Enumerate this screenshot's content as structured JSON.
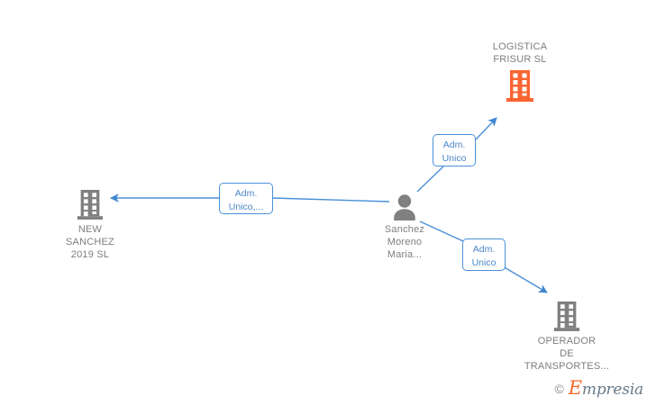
{
  "graph": {
    "title": "Empresia relationship graph",
    "background_color": "#ffffff",
    "edge_color": "#4a90d9",
    "company_icon_color": "#808080",
    "highlight_company_icon_color": "#f96432",
    "person_icon_color": "#808080",
    "label_text_color": "#7e7e7e",
    "edge_label_text_color": "#4a86c8"
  },
  "nodes": [
    {
      "id": "logistica-frisur",
      "name": "node-logistica-frisur-sl",
      "label": "LOGISTICA\nFRISUR  SL",
      "icon": "building-icon",
      "icon_color": "#f96432",
      "label_position": "above"
    },
    {
      "id": "new-sanchez",
      "name": "node-new-sanchez-2019-sl",
      "label": "NEW\nSANCHEZ\n2019  SL",
      "icon": "building-icon",
      "icon_color": "#808080",
      "label_position": "below"
    },
    {
      "id": "person",
      "name": "node-sanchez-moreno-maria",
      "label": "Sanchez\nMoreno\nMaria...",
      "icon": "person-icon",
      "icon_color": "#808080",
      "label_position": "below"
    },
    {
      "id": "operador",
      "name": "node-operador-de-transportes",
      "label": "OPERADOR\nDE\nTRANSPORTES...",
      "icon": "building-icon",
      "icon_color": "#808080",
      "label_position": "below"
    }
  ],
  "edges": [
    {
      "id": "edge-to-logistica",
      "from": "person",
      "to": "logistica-frisur",
      "label": "Adm.\nUnico"
    },
    {
      "id": "edge-to-new-sanchez",
      "from": "person",
      "to": "new-sanchez",
      "label": "Adm.\nUnico,..."
    },
    {
      "id": "edge-to-operador",
      "from": "person",
      "to": "operador",
      "label": "Adm.\nUnico"
    }
  ],
  "watermark": {
    "copyright": "©",
    "brand_initial": "E",
    "brand_rest": "mpresia"
  }
}
